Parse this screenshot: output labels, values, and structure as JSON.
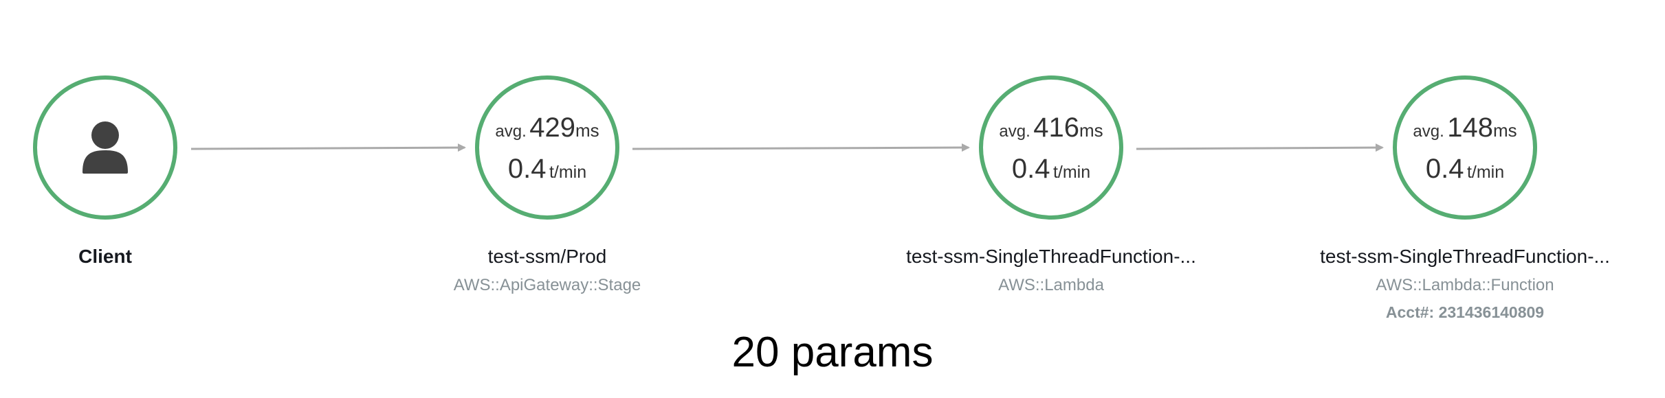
{
  "colors": {
    "node_border": "#56ad72",
    "edge": "#aaaaaa",
    "type_text": "#879196"
  },
  "nodes": [
    {
      "name": "Client",
      "icon": "user-icon"
    },
    {
      "name": "test-ssm/Prod",
      "type": "AWS::ApiGateway::Stage",
      "avg_prefix": "avg.",
      "avg_value": "429",
      "avg_unit": "ms",
      "tpm_value": "0.4",
      "tpm_unit": "t/min"
    },
    {
      "name": "test-ssm-SingleThreadFunction-...",
      "type": "AWS::Lambda",
      "avg_prefix": "avg.",
      "avg_value": "416",
      "avg_unit": "ms",
      "tpm_value": "0.4",
      "tpm_unit": "t/min"
    },
    {
      "name": "test-ssm-SingleThreadFunction-...",
      "type": "AWS::Lambda::Function",
      "account": "Acct#: 231436140809",
      "avg_prefix": "avg.",
      "avg_value": "148",
      "avg_unit": "ms",
      "tpm_value": "0.4",
      "tpm_unit": "t/min"
    }
  ],
  "footer": {
    "params": "20 params"
  }
}
